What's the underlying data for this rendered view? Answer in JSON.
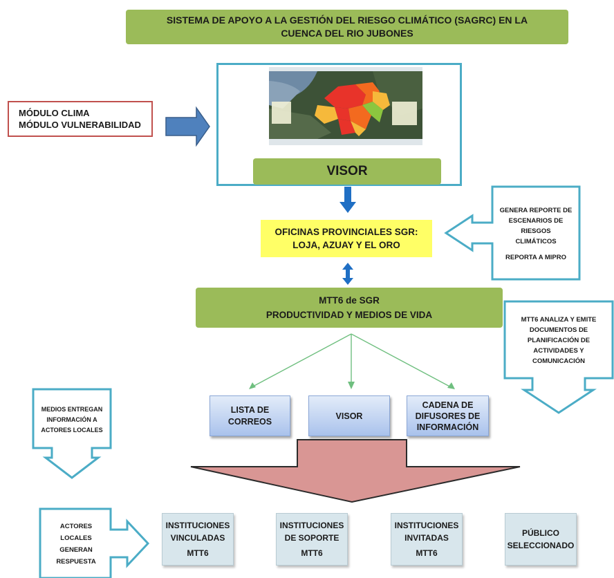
{
  "title": {
    "line1": "SISTEMA DE APOYO A LA GESTIÓN DEL RIESGO CLIMÁTICO (SAGRC) EN LA",
    "line2": "CUENCA DEL RIO JUBONES"
  },
  "modules": {
    "line1": "MÓDULO CLIMA",
    "line2": "MÓDULO VULNERABILIDAD"
  },
  "visor_main": "VISOR",
  "offices": {
    "line1": "OFICINAS PROVINCIALES SGR:",
    "line2": "LOJA, AZUAY Y EL ORO"
  },
  "report_callout": {
    "line1": "GENERA REPORTE DE",
    "line2": "ESCENARIOS DE",
    "line3": "RIESGOS",
    "line4": "CLIMÁTICOS",
    "line5": "REPORTA A MIPRO"
  },
  "mtt6": {
    "line1": "MTT6 de SGR",
    "line2": "PRODUCTIVIDAD Y MEDIOS DE VIDA"
  },
  "analysis_callout": {
    "line1": "MTT6 ANALIZA Y EMITE",
    "line2": "DOCUMENTOS DE",
    "line3": "PLANIFICACIÓN DE",
    "line4": "ACTIVIDADES Y",
    "line5": "COMUNICACIÓN"
  },
  "channels": [
    {
      "line1": "LISTA DE",
      "line2": "CORREOS",
      "line3": ""
    },
    {
      "line1": "VISOR",
      "line2": "",
      "line3": ""
    },
    {
      "line1": "CADENA DE",
      "line2": "DIFUSORES DE",
      "line3": "INFORMACIÓN"
    }
  ],
  "media_callout": {
    "line1": "MEDIOS ENTREGAN",
    "line2": "INFORMACIÓN A",
    "line3": "ACTORES LOCALES"
  },
  "actors_callout": {
    "line1": "ACTORES",
    "line2": "LOCALES",
    "line3": "GENERAN",
    "line4": "RESPUESTA"
  },
  "institutions": [
    {
      "line1": "INSTITUCIONES",
      "line2": "VINCULADAS",
      "line3": "MTT6"
    },
    {
      "line1": "INSTITUCIONES",
      "line2": "DE SOPORTE",
      "line3": "MTT6"
    },
    {
      "line1": "INSTITUCIONES",
      "line2": "INVITADAS",
      "line3": "MTT6"
    },
    {
      "line1": "PÚBLICO",
      "line2": "SELECCIONADO",
      "line3": ""
    }
  ],
  "colors": {
    "green": "#9bbb59",
    "callout_border": "#4bacc6",
    "module_border": "#c0504d",
    "arrow_blue": "#1f6fc4",
    "big_arrow": "#d99694",
    "offices_fill": "#ffff66"
  }
}
